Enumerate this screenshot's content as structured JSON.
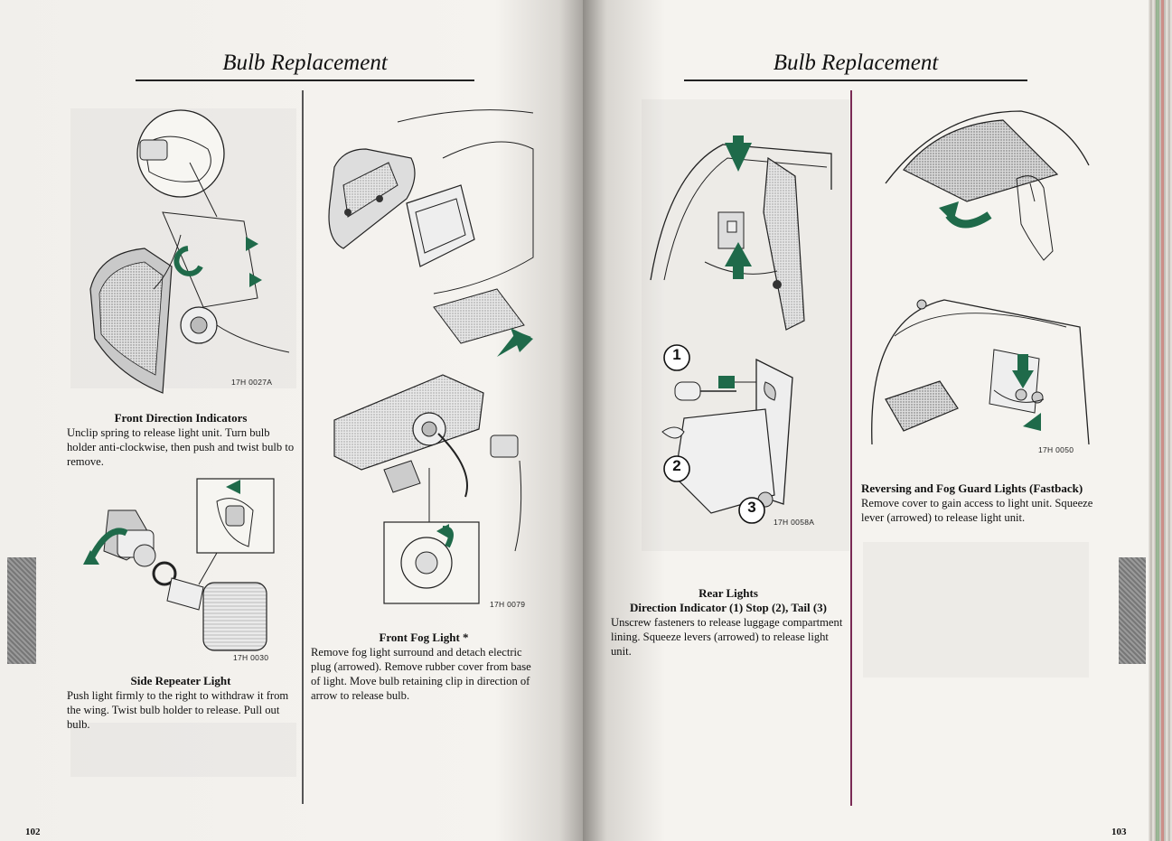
{
  "left_page": {
    "header": "Bulb Replacement",
    "page_number": "102",
    "figures": {
      "front_direction": "17H 0027A",
      "side_repeater": "17H 0030",
      "front_fog": "17H 0079"
    },
    "sections": {
      "front_direction": {
        "title": "Front Direction Indicators",
        "body": "Unclip spring to release light unit. Turn bulb holder anti-clockwise, then push and twist bulb to remove."
      },
      "side_repeater": {
        "title": "Side Repeater Light",
        "body": "Push light firmly to the right to withdraw it from the wing. Twist bulb holder to release. Pull out bulb."
      },
      "front_fog": {
        "title": "Front Fog Light *",
        "body": "Remove fog light surround and detach electric plug (arrowed). Remove rubber cover from base of light. Move bulb retaining clip in direction of arrow to release bulb."
      }
    }
  },
  "right_page": {
    "header": "Bulb Replacement",
    "page_number": "103",
    "figures": {
      "rear_lights": "17H 0058A",
      "reversing_fog": "17H 0050"
    },
    "callouts": [
      "1",
      "2",
      "3"
    ],
    "sections": {
      "rear_lights": {
        "title": "Rear Lights",
        "subtitle": "Direction Indicator (1) Stop (2), Tail (3)",
        "body": "Unscrew fasteners to release luggage compartment lining. Squeeze levers (arrowed) to release light unit."
      },
      "reversing_fog": {
        "title": "Reversing and Fog Guard Lights (Fastback)",
        "body": "Remove cover to gain access to light unit. Squeeze lever (arrowed) to release light unit."
      }
    }
  },
  "colors": {
    "arrow_green": "#1f6a4a",
    "column_rule_right": "#7a2a55",
    "text": "#111111"
  }
}
